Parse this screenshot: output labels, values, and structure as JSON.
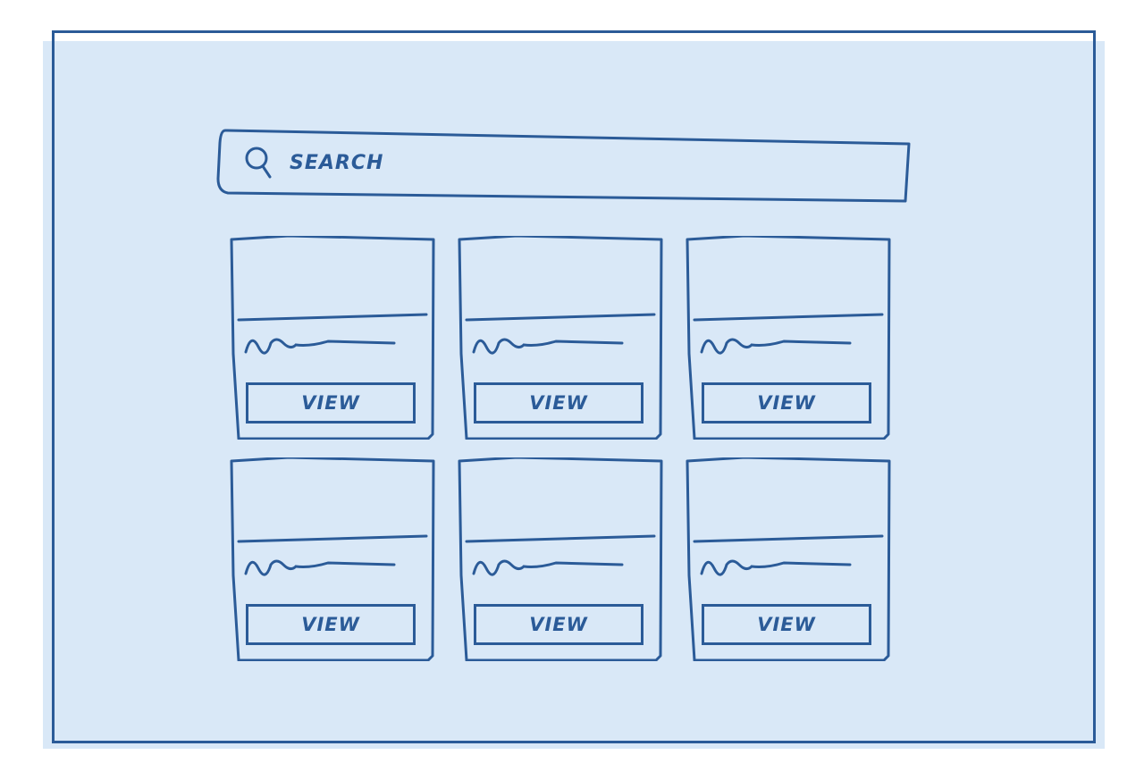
{
  "colors": {
    "stroke": "#2b5b98",
    "fill": "#d9e8f7"
  },
  "search": {
    "placeholder": "SEARCH",
    "icon": "search-icon"
  },
  "cards": [
    {
      "button_label": "VIEW"
    },
    {
      "button_label": "VIEW"
    },
    {
      "button_label": "VIEW"
    },
    {
      "button_label": "VIEW"
    },
    {
      "button_label": "VIEW"
    },
    {
      "button_label": "VIEW"
    }
  ]
}
